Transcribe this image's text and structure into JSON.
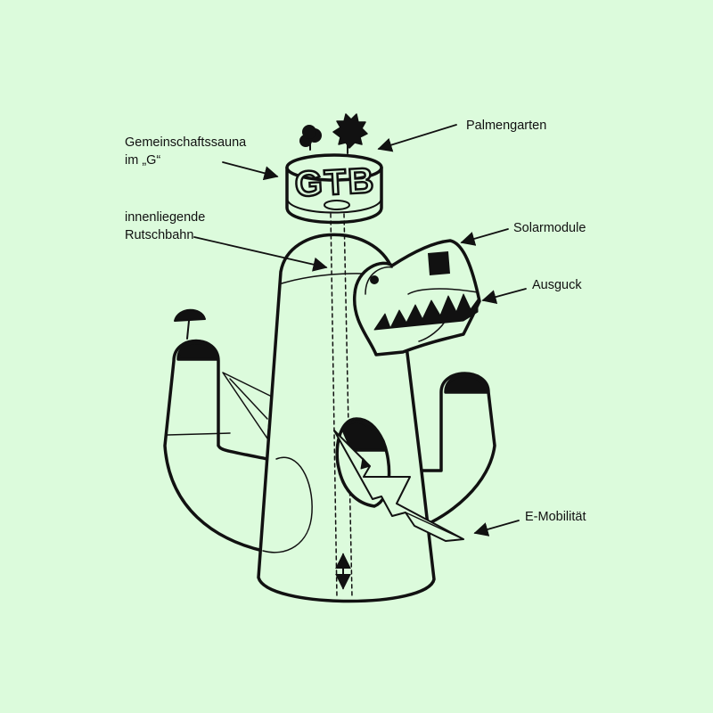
{
  "background_color": "#dcfbdc",
  "line_color": "#111111",
  "tower_sign": "GTB",
  "labels": {
    "sauna": {
      "line1": "Gemeinschaftssauna",
      "line2": "im „G“"
    },
    "palmengarten": "Palmengarten",
    "rutschbahn": {
      "line1": "innenliegende",
      "line2": "Rutschbahn"
    },
    "solarmodule": "Solarmodule",
    "ausguck": "Ausguck",
    "emobilitaet": "E-Mobilität"
  }
}
